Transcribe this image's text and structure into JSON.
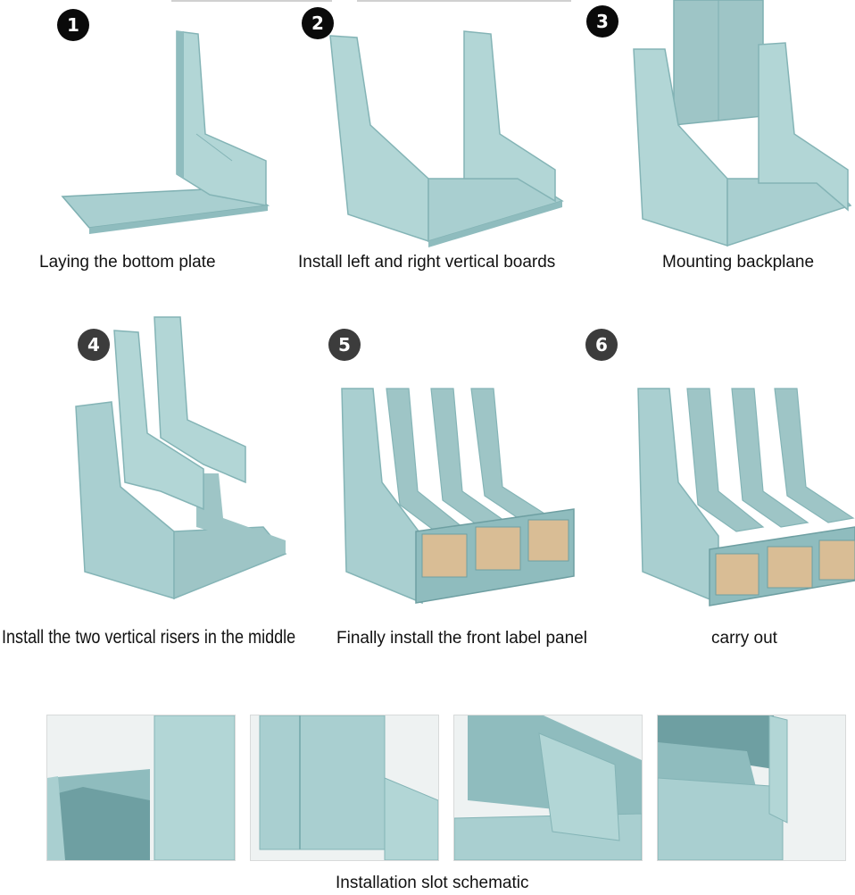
{
  "steps": [
    {
      "number": "1",
      "caption": "Laying the bottom plate",
      "image": "bottom-plate-illustration"
    },
    {
      "number": "2",
      "caption": "Install left and right vertical boards",
      "image": "side-boards-illustration"
    },
    {
      "number": "3",
      "caption": "Mounting backplane",
      "image": "backplane-illustration"
    },
    {
      "number": "4",
      "caption": "Install the two vertical risers in the middle",
      "image": "middle-risers-illustration"
    },
    {
      "number": "5",
      "caption": "Finally install the front label panel",
      "image": "label-panel-illustration"
    },
    {
      "number": "6",
      "caption": "carry out",
      "image": "finished-organizer-illustration"
    }
  ],
  "details": {
    "caption": "Installation slot schematic",
    "images": [
      "slot-detail-1",
      "slot-detail-2",
      "slot-detail-3",
      "slot-detail-4"
    ]
  },
  "colors": {
    "panel_light": "#a9cfd0",
    "panel_mid": "#8fbcbe",
    "panel_dark": "#6e9fa2",
    "label_tan": "#d9bd95",
    "badge": "#0a0a0a"
  }
}
